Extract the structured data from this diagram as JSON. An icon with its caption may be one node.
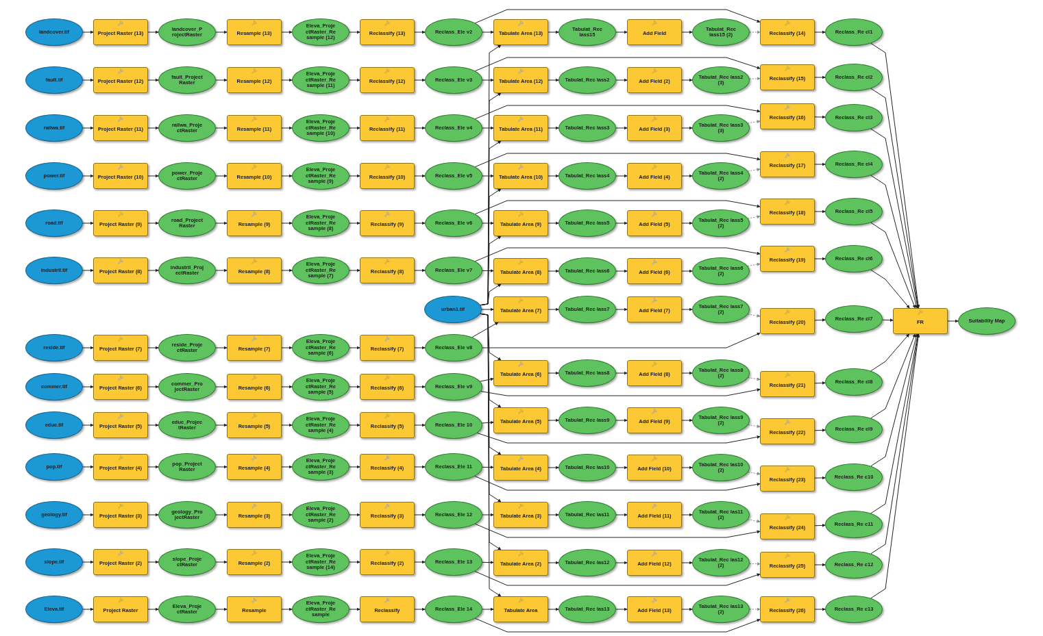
{
  "diagram": {
    "nodes": [
      {
        "text": [
          "landcover.tif"
        ]
      },
      {
        "text": [
          "Project Raster (13)"
        ]
      },
      {
        "text": [
          "landcover_P rojectRaster"
        ]
      },
      {
        "text": [
          "Resample (13)"
        ]
      },
      {
        "text": [
          "Eleva_Proje ctRaster_Re sample (12)"
        ]
      },
      {
        "text": [
          "Reclassify (13)"
        ]
      },
      {
        "text": [
          "Reclass_Ele v2"
        ]
      },
      {
        "text": [
          "Tabulate Area (13)"
        ]
      },
      {
        "text": [
          "Tabulat_Rec lass15"
        ]
      },
      {
        "text": [
          "Add Field"
        ]
      },
      {
        "text": [
          "Tabulat_Rec lass15 (2)"
        ]
      },
      {
        "text": [
          "Reclassify (14)"
        ]
      },
      {
        "text": [
          "Reclass_Re cl1"
        ]
      },
      {
        "text": [
          "fault.tif"
        ]
      },
      {
        "text": [
          "Project Raster (12)"
        ]
      },
      {
        "text": [
          "fault_Project Raster"
        ]
      },
      {
        "text": [
          "Resample (12)"
        ]
      },
      {
        "text": [
          "Eleva_Proje ctRaster_Re sample (11)"
        ]
      },
      {
        "text": [
          "Reclassify (12)"
        ]
      },
      {
        "text": [
          "Reclass_Ele v3"
        ]
      },
      {
        "text": [
          "Tabulate Area (12)"
        ]
      },
      {
        "text": [
          "Tabulat_Rec lass2"
        ]
      },
      {
        "text": [
          "Add Field (2)"
        ]
      },
      {
        "text": [
          "Tabulat_Rec lass2 (3)"
        ]
      },
      {
        "text": [
          "Reclassify (15)"
        ]
      },
      {
        "text": [
          "Reclass_Re cl2"
        ]
      },
      {
        "text": [
          "railwa.tif"
        ]
      },
      {
        "text": [
          "Project Raster (11)"
        ]
      },
      {
        "text": [
          "railwa_Proje ctRaster"
        ]
      },
      {
        "text": [
          "Resample (11)"
        ]
      },
      {
        "text": [
          "Eleva_Proje ctRaster_Re sample (10)"
        ]
      },
      {
        "text": [
          "Reclassify (11)"
        ]
      },
      {
        "text": [
          "Reclass_Ele v4"
        ]
      },
      {
        "text": [
          "Tabulate Area (11)"
        ]
      },
      {
        "text": [
          "Tabulat_Rec lass3"
        ]
      },
      {
        "text": [
          "Add Field (3)"
        ]
      },
      {
        "text": [
          "Tabulat_Rec lass3 (3)"
        ]
      },
      {
        "text": [
          "Reclassify (16)"
        ]
      },
      {
        "text": [
          "Reclass_Re cl3"
        ]
      },
      {
        "text": [
          "power.tif"
        ]
      },
      {
        "text": [
          "Project Raster (10)"
        ]
      },
      {
        "text": [
          "power_Proje ctRaster"
        ]
      },
      {
        "text": [
          "Resample (10)"
        ]
      },
      {
        "text": [
          "Eleva_Proje ctRaster_Re sample (9)"
        ]
      },
      {
        "text": [
          "Reclassify (10)"
        ]
      },
      {
        "text": [
          "Reclass_Ele v5"
        ]
      },
      {
        "text": [
          "Tabulate Area (10)"
        ]
      },
      {
        "text": [
          "Tabulat_Rec lass4"
        ]
      },
      {
        "text": [
          "Add Field (4)"
        ]
      },
      {
        "text": [
          "Tabulat_Rec lass4 (2)"
        ]
      },
      {
        "text": [
          "Reclassify (17)"
        ]
      },
      {
        "text": [
          "Reclass_Re cl4"
        ]
      },
      {
        "text": [
          "road.tif"
        ]
      },
      {
        "text": [
          "Project Raster (9)"
        ]
      },
      {
        "text": [
          "road_Project Raster"
        ]
      },
      {
        "text": [
          "Resample (9)"
        ]
      },
      {
        "text": [
          "Eleva_Proje ctRaster_Re sample (8)"
        ]
      },
      {
        "text": [
          "Reclassify (9)"
        ]
      },
      {
        "text": [
          "Reclass_Ele v6"
        ]
      },
      {
        "text": [
          "Tabulate Area (9)"
        ]
      },
      {
        "text": [
          "Tabulat_Rec lass5"
        ]
      },
      {
        "text": [
          "Add Field (5)"
        ]
      },
      {
        "text": [
          "Tabulat_Rec lass5 (2)"
        ]
      },
      {
        "text": [
          "Reclassify (18)"
        ]
      },
      {
        "text": [
          "Reclass_Re cl5"
        ]
      },
      {
        "text": [
          "industril.tif"
        ]
      },
      {
        "text": [
          "Project Raster (8)"
        ]
      },
      {
        "text": [
          "industril_Proj ectRaster"
        ]
      },
      {
        "text": [
          "Resample (8)"
        ]
      },
      {
        "text": [
          "Eleva_Proje ctRaster_Re sample (7)"
        ]
      },
      {
        "text": [
          "Reclassify (8)"
        ]
      },
      {
        "text": [
          "Reclass_Ele v7"
        ]
      },
      {
        "text": [
          "Tabulate Area (8)"
        ]
      },
      {
        "text": [
          "Tabulat_Rec lass6"
        ]
      },
      {
        "text": [
          "Add Field (6)"
        ]
      },
      {
        "text": [
          "Tabulat_Rec lass6 (2)"
        ]
      },
      {
        "text": [
          "Reclassify (19)"
        ]
      },
      {
        "text": [
          "Reclass_Re cl6"
        ]
      },
      {
        "text": [
          "reside.tif"
        ]
      },
      {
        "text": [
          "Project Raster (7)"
        ]
      },
      {
        "text": [
          "reside_Proje ctRaster"
        ]
      },
      {
        "text": [
          "Resample (7)"
        ]
      },
      {
        "text": [
          "Eleva_Proje ctRaster_Re sample (6)"
        ]
      },
      {
        "text": [
          "Reclassify (7)"
        ]
      },
      {
        "text": [
          "Reclass_Ele v8"
        ]
      },
      {
        "text": [
          "Tabulate Area (7)"
        ]
      },
      {
        "text": [
          "Tabulat_Rec lass7"
        ]
      },
      {
        "text": [
          "Add Field (7)"
        ]
      },
      {
        "text": [
          "Tabulat_Rec lass7 (2)"
        ]
      },
      {
        "text": [
          "Reclassify (20)"
        ]
      },
      {
        "text": [
          "Reclass_Re cl7"
        ]
      },
      {
        "text": [
          "commer.tif"
        ]
      },
      {
        "text": [
          "Project Raster (6)"
        ]
      },
      {
        "text": [
          "commer_Pro jectRaster"
        ]
      },
      {
        "text": [
          "Resample (6)"
        ]
      },
      {
        "text": [
          "Eleva_Proje ctRaster_Re sample (5)"
        ]
      },
      {
        "text": [
          "Reclassify (6)"
        ]
      },
      {
        "text": [
          "Reclass_Ele v9"
        ]
      },
      {
        "text": [
          "Tabulate Area (6)"
        ]
      },
      {
        "text": [
          "Tabulat_Rec lass8"
        ]
      },
      {
        "text": [
          "Add Field (8)"
        ]
      },
      {
        "text": [
          "Tabulat_Rec lass8 (2)"
        ]
      },
      {
        "text": [
          "Reclassify (21)"
        ]
      },
      {
        "text": [
          "Reclass_Re cl8"
        ]
      },
      {
        "text": [
          "educ.tif"
        ]
      },
      {
        "text": [
          "Project Raster (5)"
        ]
      },
      {
        "text": [
          "educ_Projec tRaster"
        ]
      },
      {
        "text": [
          "Resample (5)"
        ]
      },
      {
        "text": [
          "Eleva_Proje ctRaster_Re sample (4)"
        ]
      },
      {
        "text": [
          "Reclassify (5)"
        ]
      },
      {
        "text": [
          "Reclass_Ele 10"
        ]
      },
      {
        "text": [
          "Tabulate Area (5)"
        ]
      },
      {
        "text": [
          "Tabulat_Rec lass9"
        ]
      },
      {
        "text": [
          "Add Field (9)"
        ]
      },
      {
        "text": [
          "Tabulat_Rec lass9 (2)"
        ]
      },
      {
        "text": [
          "Reclassify (22)"
        ]
      },
      {
        "text": [
          "Reclass_Re cl9"
        ]
      },
      {
        "text": [
          "pop.tif"
        ]
      },
      {
        "text": [
          "Project Raster (4)"
        ]
      },
      {
        "text": [
          "pop_Project Raster"
        ]
      },
      {
        "text": [
          "Resample (4)"
        ]
      },
      {
        "text": [
          "Eleva_Proje ctRaster_Re sample (3)"
        ]
      },
      {
        "text": [
          "Reclassify (4)"
        ]
      },
      {
        "text": [
          "Reclass_Ele 11"
        ]
      },
      {
        "text": [
          "Tabulate Area (4)"
        ]
      },
      {
        "text": [
          "Tabulat_Rec las10"
        ]
      },
      {
        "text": [
          "Add Field (10)"
        ]
      },
      {
        "text": [
          "Tabulat_Rec las10 (2)"
        ]
      },
      {
        "text": [
          "Reclassify (23)"
        ]
      },
      {
        "text": [
          "Reclass_Re c10"
        ]
      },
      {
        "text": [
          "geology.tif"
        ]
      },
      {
        "text": [
          "Project Raster (3)"
        ]
      },
      {
        "text": [
          "geology_Pro jectRaster"
        ]
      },
      {
        "text": [
          "Resample (3)"
        ]
      },
      {
        "text": [
          "Eleva_Proje ctRaster_Re sample (2)"
        ]
      },
      {
        "text": [
          "Reclassify (3)"
        ]
      },
      {
        "text": [
          "Reclass_Ele 12"
        ]
      },
      {
        "text": [
          "Tabulate Area (3)"
        ]
      },
      {
        "text": [
          "Tabulat_Rec las11"
        ]
      },
      {
        "text": [
          "Add Field (11)"
        ]
      },
      {
        "text": [
          "Tabulat_Rec las11 (2)"
        ]
      },
      {
        "text": [
          "Reclassify (24)"
        ]
      },
      {
        "text": [
          "Reclass_Re c11"
        ]
      },
      {
        "text": [
          "slope.tif"
        ]
      },
      {
        "text": [
          "Project Raster (2)"
        ]
      },
      {
        "text": [
          "slope_Proje ctRaster"
        ]
      },
      {
        "text": [
          "Resample (2)"
        ]
      },
      {
        "text": [
          "Eleva_Proje ctRaster_Re sample (14)"
        ]
      },
      {
        "text": [
          "Reclassify (2)"
        ]
      },
      {
        "text": [
          "Reclass_Ele 13"
        ]
      },
      {
        "text": [
          "Tabulate Area (2)"
        ]
      },
      {
        "text": [
          "Tabulat_Rec las12"
        ]
      },
      {
        "text": [
          "Add Field (12)"
        ]
      },
      {
        "text": [
          "Tabulat_Rec las12 (2)"
        ]
      },
      {
        "text": [
          "Reclassify (25)"
        ]
      },
      {
        "text": [
          "Reclass_Re c12"
        ]
      },
      {
        "text": [
          "Eleva.tif"
        ]
      },
      {
        "text": [
          "Project Raster"
        ]
      },
      {
        "text": [
          "Eleva_Proje ctRaster"
        ]
      },
      {
        "text": [
          "Resample"
        ]
      },
      {
        "text": [
          "Eleva_Proje ctRaster_Re sample"
        ]
      },
      {
        "text": [
          "Reclassify"
        ]
      },
      {
        "text": [
          "Reclass_Ele 14"
        ]
      },
      {
        "text": [
          "Tabulate Area"
        ]
      },
      {
        "text": [
          "Tabulat_Rec las13"
        ]
      },
      {
        "text": [
          "Add Field (13)"
        ]
      },
      {
        "text": [
          "Tabulat_Rec las13 (2)"
        ]
      },
      {
        "text": [
          "Reclassify (26)"
        ]
      },
      {
        "text": [
          "Reclass_Re c13"
        ]
      },
      {
        "text": [
          "urban1.tif"
        ]
      },
      {
        "text": [
          "FR"
        ]
      },
      {
        "text": [
          "Suitability Map"
        ]
      }
    ],
    "edges": [
      {
        "from": 0,
        "to": 1,
        "arrow": "to"
      },
      {
        "from": 1,
        "to": 2,
        "arrow": "to"
      },
      {
        "from": 2,
        "to": 3,
        "arrow": "to"
      },
      {
        "from": 3,
        "to": 4,
        "arrow": "to"
      },
      {
        "from": 4,
        "to": 5,
        "arrow": "to"
      },
      {
        "from": 5,
        "to": 6,
        "arrow": "to"
      },
      {
        "from": 6,
        "to": 7,
        "arrow": "to"
      },
      {
        "from": 7,
        "to": 8,
        "arrow": "to"
      },
      {
        "from": 8,
        "to": 9,
        "arrow": "to"
      },
      {
        "from": 9,
        "to": 10,
        "arrow": "to"
      },
      {
        "from": 10,
        "to": 11,
        "arrow": "to",
        "style": "dashed",
        "color": "#888888"
      },
      {
        "from": 11,
        "to": 12,
        "arrow": "to"
      },
      {
        "from": 6,
        "to": 11,
        "arrow": "to"
      },
      {
        "from": 169,
        "to": 7,
        "arrow": "to"
      },
      {
        "from": 12,
        "to": 170,
        "arrow": "to"
      },
      {
        "from": 13,
        "to": 14,
        "arrow": "to"
      },
      {
        "from": 14,
        "to": 15,
        "arrow": "to"
      },
      {
        "from": 15,
        "to": 16,
        "arrow": "to"
      },
      {
        "from": 16,
        "to": 17,
        "arrow": "to"
      },
      {
        "from": 17,
        "to": 18,
        "arrow": "to"
      },
      {
        "from": 18,
        "to": 19,
        "arrow": "to"
      },
      {
        "from": 19,
        "to": 20,
        "arrow": "to"
      },
      {
        "from": 20,
        "to": 21,
        "arrow": "to"
      },
      {
        "from": 21,
        "to": 22,
        "arrow": "to"
      },
      {
        "from": 22,
        "to": 23,
        "arrow": "to"
      },
      {
        "from": 23,
        "to": 24,
        "arrow": "to",
        "style": "dashed",
        "color": "#888888"
      },
      {
        "from": 24,
        "to": 25,
        "arrow": "to"
      },
      {
        "from": 19,
        "to": 24,
        "arrow": "to"
      },
      {
        "from": 169,
        "to": 20,
        "arrow": "to"
      },
      {
        "from": 25,
        "to": 170,
        "arrow": "to"
      },
      {
        "from": 26,
        "to": 27,
        "arrow": "to"
      },
      {
        "from": 27,
        "to": 28,
        "arrow": "to"
      },
      {
        "from": 28,
        "to": 29,
        "arrow": "to"
      },
      {
        "from": 29,
        "to": 30,
        "arrow": "to"
      },
      {
        "from": 30,
        "to": 31,
        "arrow": "to"
      },
      {
        "from": 31,
        "to": 32,
        "arrow": "to"
      },
      {
        "from": 32,
        "to": 33,
        "arrow": "to"
      },
      {
        "from": 33,
        "to": 34,
        "arrow": "to"
      },
      {
        "from": 34,
        "to": 35,
        "arrow": "to"
      },
      {
        "from": 35,
        "to": 36,
        "arrow": "to"
      },
      {
        "from": 36,
        "to": 37,
        "arrow": "to",
        "style": "dashed",
        "color": "#888888"
      },
      {
        "from": 37,
        "to": 38,
        "arrow": "to"
      },
      {
        "from": 32,
        "to": 37,
        "arrow": "to"
      },
      {
        "from": 169,
        "to": 33,
        "arrow": "to"
      },
      {
        "from": 38,
        "to": 170,
        "arrow": "to"
      },
      {
        "from": 39,
        "to": 40,
        "arrow": "to"
      },
      {
        "from": 40,
        "to": 41,
        "arrow": "to"
      },
      {
        "from": 41,
        "to": 42,
        "arrow": "to"
      },
      {
        "from": 42,
        "to": 43,
        "arrow": "to"
      },
      {
        "from": 43,
        "to": 44,
        "arrow": "to"
      },
      {
        "from": 44,
        "to": 45,
        "arrow": "to"
      },
      {
        "from": 45,
        "to": 46,
        "arrow": "to"
      },
      {
        "from": 46,
        "to": 47,
        "arrow": "to"
      },
      {
        "from": 47,
        "to": 48,
        "arrow": "to"
      },
      {
        "from": 48,
        "to": 49,
        "arrow": "to"
      },
      {
        "from": 49,
        "to": 50,
        "arrow": "to",
        "style": "dashed",
        "color": "#888888"
      },
      {
        "from": 50,
        "to": 51,
        "arrow": "to"
      },
      {
        "from": 45,
        "to": 50,
        "arrow": "to"
      },
      {
        "from": 169,
        "to": 46,
        "arrow": "to"
      },
      {
        "from": 51,
        "to": 170,
        "arrow": "to"
      },
      {
        "from": 52,
        "to": 53,
        "arrow": "to"
      },
      {
        "from": 53,
        "to": 54,
        "arrow": "to"
      },
      {
        "from": 54,
        "to": 55,
        "arrow": "to"
      },
      {
        "from": 55,
        "to": 56,
        "arrow": "to"
      },
      {
        "from": 56,
        "to": 57,
        "arrow": "to"
      },
      {
        "from": 57,
        "to": 58,
        "arrow": "to"
      },
      {
        "from": 58,
        "to": 59,
        "arrow": "to"
      },
      {
        "from": 59,
        "to": 60,
        "arrow": "to"
      },
      {
        "from": 60,
        "to": 61,
        "arrow": "to"
      },
      {
        "from": 61,
        "to": 62,
        "arrow": "to"
      },
      {
        "from": 62,
        "to": 63,
        "arrow": "to",
        "style": "dashed",
        "color": "#888888"
      },
      {
        "from": 63,
        "to": 64,
        "arrow": "to"
      },
      {
        "from": 58,
        "to": 63,
        "arrow": "to"
      },
      {
        "from": 169,
        "to": 59,
        "arrow": "to"
      },
      {
        "from": 64,
        "to": 170,
        "arrow": "to"
      },
      {
        "from": 65,
        "to": 66,
        "arrow": "to"
      },
      {
        "from": 66,
        "to": 67,
        "arrow": "to"
      },
      {
        "from": 67,
        "to": 68,
        "arrow": "to"
      },
      {
        "from": 68,
        "to": 69,
        "arrow": "to"
      },
      {
        "from": 69,
        "to": 70,
        "arrow": "to"
      },
      {
        "from": 70,
        "to": 71,
        "arrow": "to"
      },
      {
        "from": 71,
        "to": 72,
        "arrow": "to"
      },
      {
        "from": 72,
        "to": 73,
        "arrow": "to"
      },
      {
        "from": 73,
        "to": 74,
        "arrow": "to"
      },
      {
        "from": 74,
        "to": 75,
        "arrow": "to"
      },
      {
        "from": 75,
        "to": 76,
        "arrow": "to",
        "style": "dashed",
        "color": "#888888"
      },
      {
        "from": 76,
        "to": 77,
        "arrow": "to"
      },
      {
        "from": 71,
        "to": 76,
        "arrow": "to"
      },
      {
        "from": 169,
        "to": 72,
        "arrow": "to"
      },
      {
        "from": 77,
        "to": 170,
        "arrow": "to"
      },
      {
        "from": 78,
        "to": 79,
        "arrow": "to"
      },
      {
        "from": 79,
        "to": 80,
        "arrow": "to"
      },
      {
        "from": 80,
        "to": 81,
        "arrow": "to"
      },
      {
        "from": 81,
        "to": 82,
        "arrow": "to"
      },
      {
        "from": 82,
        "to": 83,
        "arrow": "to"
      },
      {
        "from": 83,
        "to": 84,
        "arrow": "to"
      },
      {
        "from": 84,
        "to": 85,
        "arrow": "to"
      },
      {
        "from": 85,
        "to": 86,
        "arrow": "to"
      },
      {
        "from": 86,
        "to": 87,
        "arrow": "to"
      },
      {
        "from": 87,
        "to": 88,
        "arrow": "to"
      },
      {
        "from": 88,
        "to": 89,
        "arrow": "to",
        "style": "dashed",
        "color": "#888888"
      },
      {
        "from": 89,
        "to": 90,
        "arrow": "to"
      },
      {
        "from": 84,
        "to": 89,
        "arrow": "to"
      },
      {
        "from": 169,
        "to": 85,
        "arrow": "to"
      },
      {
        "from": 90,
        "to": 170,
        "arrow": "to"
      },
      {
        "from": 91,
        "to": 92,
        "arrow": "to"
      },
      {
        "from": 92,
        "to": 93,
        "arrow": "to"
      },
      {
        "from": 93,
        "to": 94,
        "arrow": "to"
      },
      {
        "from": 94,
        "to": 95,
        "arrow": "to"
      },
      {
        "from": 95,
        "to": 96,
        "arrow": "to"
      },
      {
        "from": 96,
        "to": 97,
        "arrow": "to"
      },
      {
        "from": 97,
        "to": 98,
        "arrow": "to"
      },
      {
        "from": 98,
        "to": 99,
        "arrow": "to"
      },
      {
        "from": 99,
        "to": 100,
        "arrow": "to"
      },
      {
        "from": 100,
        "to": 101,
        "arrow": "to"
      },
      {
        "from": 101,
        "to": 102,
        "arrow": "to",
        "style": "dashed",
        "color": "#888888"
      },
      {
        "from": 102,
        "to": 103,
        "arrow": "to"
      },
      {
        "from": 97,
        "to": 102,
        "arrow": "to"
      },
      {
        "from": 169,
        "to": 98,
        "arrow": "to"
      },
      {
        "from": 103,
        "to": 170,
        "arrow": "to"
      },
      {
        "from": 104,
        "to": 105,
        "arrow": "to"
      },
      {
        "from": 105,
        "to": 106,
        "arrow": "to"
      },
      {
        "from": 106,
        "to": 107,
        "arrow": "to"
      },
      {
        "from": 107,
        "to": 108,
        "arrow": "to"
      },
      {
        "from": 108,
        "to": 109,
        "arrow": "to"
      },
      {
        "from": 109,
        "to": 110,
        "arrow": "to"
      },
      {
        "from": 110,
        "to": 111,
        "arrow": "to"
      },
      {
        "from": 111,
        "to": 112,
        "arrow": "to"
      },
      {
        "from": 112,
        "to": 113,
        "arrow": "to"
      },
      {
        "from": 113,
        "to": 114,
        "arrow": "to"
      },
      {
        "from": 114,
        "to": 115,
        "arrow": "to",
        "style": "dashed",
        "color": "#888888"
      },
      {
        "from": 115,
        "to": 116,
        "arrow": "to"
      },
      {
        "from": 110,
        "to": 115,
        "arrow": "to"
      },
      {
        "from": 169,
        "to": 111,
        "arrow": "to"
      },
      {
        "from": 116,
        "to": 170,
        "arrow": "to"
      },
      {
        "from": 117,
        "to": 118,
        "arrow": "to"
      },
      {
        "from": 118,
        "to": 119,
        "arrow": "to"
      },
      {
        "from": 119,
        "to": 120,
        "arrow": "to"
      },
      {
        "from": 120,
        "to": 121,
        "arrow": "to"
      },
      {
        "from": 121,
        "to": 122,
        "arrow": "to"
      },
      {
        "from": 122,
        "to": 123,
        "arrow": "to"
      },
      {
        "from": 123,
        "to": 124,
        "arrow": "to"
      },
      {
        "from": 124,
        "to": 125,
        "arrow": "to"
      },
      {
        "from": 125,
        "to": 126,
        "arrow": "to"
      },
      {
        "from": 126,
        "to": 127,
        "arrow": "to"
      },
      {
        "from": 127,
        "to": 128,
        "arrow": "to",
        "style": "dashed",
        "color": "#888888"
      },
      {
        "from": 128,
        "to": 129,
        "arrow": "to"
      },
      {
        "from": 123,
        "to": 128,
        "arrow": "to"
      },
      {
        "from": 169,
        "to": 124,
        "arrow": "to"
      },
      {
        "from": 129,
        "to": 170,
        "arrow": "to"
      },
      {
        "from": 130,
        "to": 131,
        "arrow": "to"
      },
      {
        "from": 131,
        "to": 132,
        "arrow": "to"
      },
      {
        "from": 132,
        "to": 133,
        "arrow": "to"
      },
      {
        "from": 133,
        "to": 134,
        "arrow": "to"
      },
      {
        "from": 134,
        "to": 135,
        "arrow": "to"
      },
      {
        "from": 135,
        "to": 136,
        "arrow": "to"
      },
      {
        "from": 136,
        "to": 137,
        "arrow": "to"
      },
      {
        "from": 137,
        "to": 138,
        "arrow": "to"
      },
      {
        "from": 138,
        "to": 139,
        "arrow": "to"
      },
      {
        "from": 139,
        "to": 140,
        "arrow": "to"
      },
      {
        "from": 140,
        "to": 141,
        "arrow": "to",
        "style": "dashed",
        "color": "#888888"
      },
      {
        "from": 141,
        "to": 142,
        "arrow": "to"
      },
      {
        "from": 136,
        "to": 141,
        "arrow": "to"
      },
      {
        "from": 169,
        "to": 137,
        "arrow": "to"
      },
      {
        "from": 142,
        "to": 170,
        "arrow": "to"
      },
      {
        "from": 143,
        "to": 144,
        "arrow": "to"
      },
      {
        "from": 144,
        "to": 145,
        "arrow": "to"
      },
      {
        "from": 145,
        "to": 146,
        "arrow": "to"
      },
      {
        "from": 146,
        "to": 147,
        "arrow": "to"
      },
      {
        "from": 147,
        "to": 148,
        "arrow": "to"
      },
      {
        "from": 148,
        "to": 149,
        "arrow": "to"
      },
      {
        "from": 149,
        "to": 150,
        "arrow": "to"
      },
      {
        "from": 150,
        "to": 151,
        "arrow": "to"
      },
      {
        "from": 151,
        "to": 152,
        "arrow": "to"
      },
      {
        "from": 152,
        "to": 153,
        "arrow": "to"
      },
      {
        "from": 153,
        "to": 154,
        "arrow": "to",
        "style": "dashed",
        "color": "#888888"
      },
      {
        "from": 154,
        "to": 155,
        "arrow": "to"
      },
      {
        "from": 149,
        "to": 154,
        "arrow": "to"
      },
      {
        "from": 169,
        "to": 150,
        "arrow": "to"
      },
      {
        "from": 155,
        "to": 170,
        "arrow": "to"
      },
      {
        "from": 156,
        "to": 157,
        "arrow": "to"
      },
      {
        "from": 157,
        "to": 158,
        "arrow": "to"
      },
      {
        "from": 158,
        "to": 159,
        "arrow": "to"
      },
      {
        "from": 159,
        "to": 160,
        "arrow": "to"
      },
      {
        "from": 160,
        "to": 161,
        "arrow": "to"
      },
      {
        "from": 161,
        "to": 162,
        "arrow": "to"
      },
      {
        "from": 162,
        "to": 163,
        "arrow": "to"
      },
      {
        "from": 163,
        "to": 164,
        "arrow": "to"
      },
      {
        "from": 164,
        "to": 165,
        "arrow": "to"
      },
      {
        "from": 165,
        "to": 166,
        "arrow": "to"
      },
      {
        "from": 166,
        "to": 167,
        "arrow": "to",
        "style": "dashed",
        "color": "#888888"
      },
      {
        "from": 167,
        "to": 168,
        "arrow": "to"
      },
      {
        "from": 162,
        "to": 167,
        "arrow": "to"
      },
      {
        "from": 169,
        "to": 163,
        "arrow": "to"
      },
      {
        "from": 168,
        "to": 170,
        "arrow": "to"
      },
      {
        "from": 170,
        "to": 171,
        "arrow": "to"
      }
    ]
  }
}
